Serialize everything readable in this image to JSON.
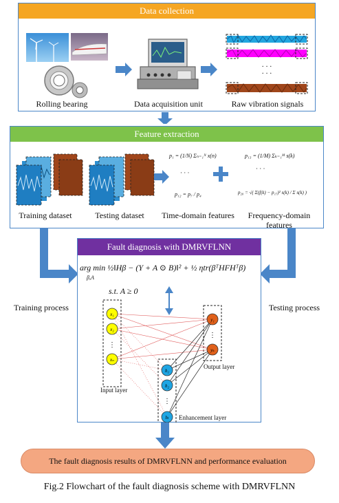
{
  "sections": {
    "data_collection": "Data collection",
    "feature_extraction": "Feature extraction",
    "fault_diagnosis": "Fault diagnosis with DMRVFLNN"
  },
  "labels": {
    "rolling_bearing": "Rolling bearing",
    "daq_unit": "Data acquisition unit",
    "raw_signals": "Raw vibration signals",
    "training_dataset": "Training dataset",
    "testing_dataset": "Testing dataset",
    "time_domain": "Time-domain features",
    "freq_domain_1": "Frequency-domain",
    "freq_domain_2": "features",
    "training_process": "Training process",
    "testing_process": "Testing process",
    "input_layer": "Input layer",
    "output_layer": "Output layer",
    "enhancement_layer": "Enhancement layer"
  },
  "equations": {
    "p1": "p₁ = (1/N) Σₙ₌₁ᴺ x(n)",
    "p12": "p₁₂ = p₇ / p₄",
    "p13": "p₁₃ = (1/M) Σₖ₌₁ᴹ s(k)",
    "p20": "p₂₀ = √( Σ(f(k) − p₁₇)² s(k) / Σ s(k) )",
    "dots": "·   ·   ·",
    "objective": "arg min ½‖Hβ − (Y + A ⊙ B)‖² + ½ ηtr(βᵀHFHᵀβ)",
    "objective_sub": "β,A",
    "constraint": "s.t.  A ≥ 0"
  },
  "nodes": {
    "input": [
      "x₁",
      "x₂",
      "xₙ"
    ],
    "enhancement": [
      "h₁",
      "h₂",
      "hₗ"
    ],
    "output": [
      "y₁",
      "yₖ"
    ]
  },
  "result_text": "The fault diagnosis results of DMRVFLNN and performance evaluation",
  "caption": "Fig.2 Flowchart of the fault diagnosis scheme with DMRVFLNN",
  "colors": {
    "orange_banner": "#f5a623",
    "green_banner": "#7ec24a",
    "purple_banner": "#7030a0",
    "arrow_blue": "#4a86c8",
    "result_fill": "#f4a781",
    "input_node": "#ffff00",
    "enh_node": "#1fa5e3",
    "out_node": "#e0601a"
  }
}
